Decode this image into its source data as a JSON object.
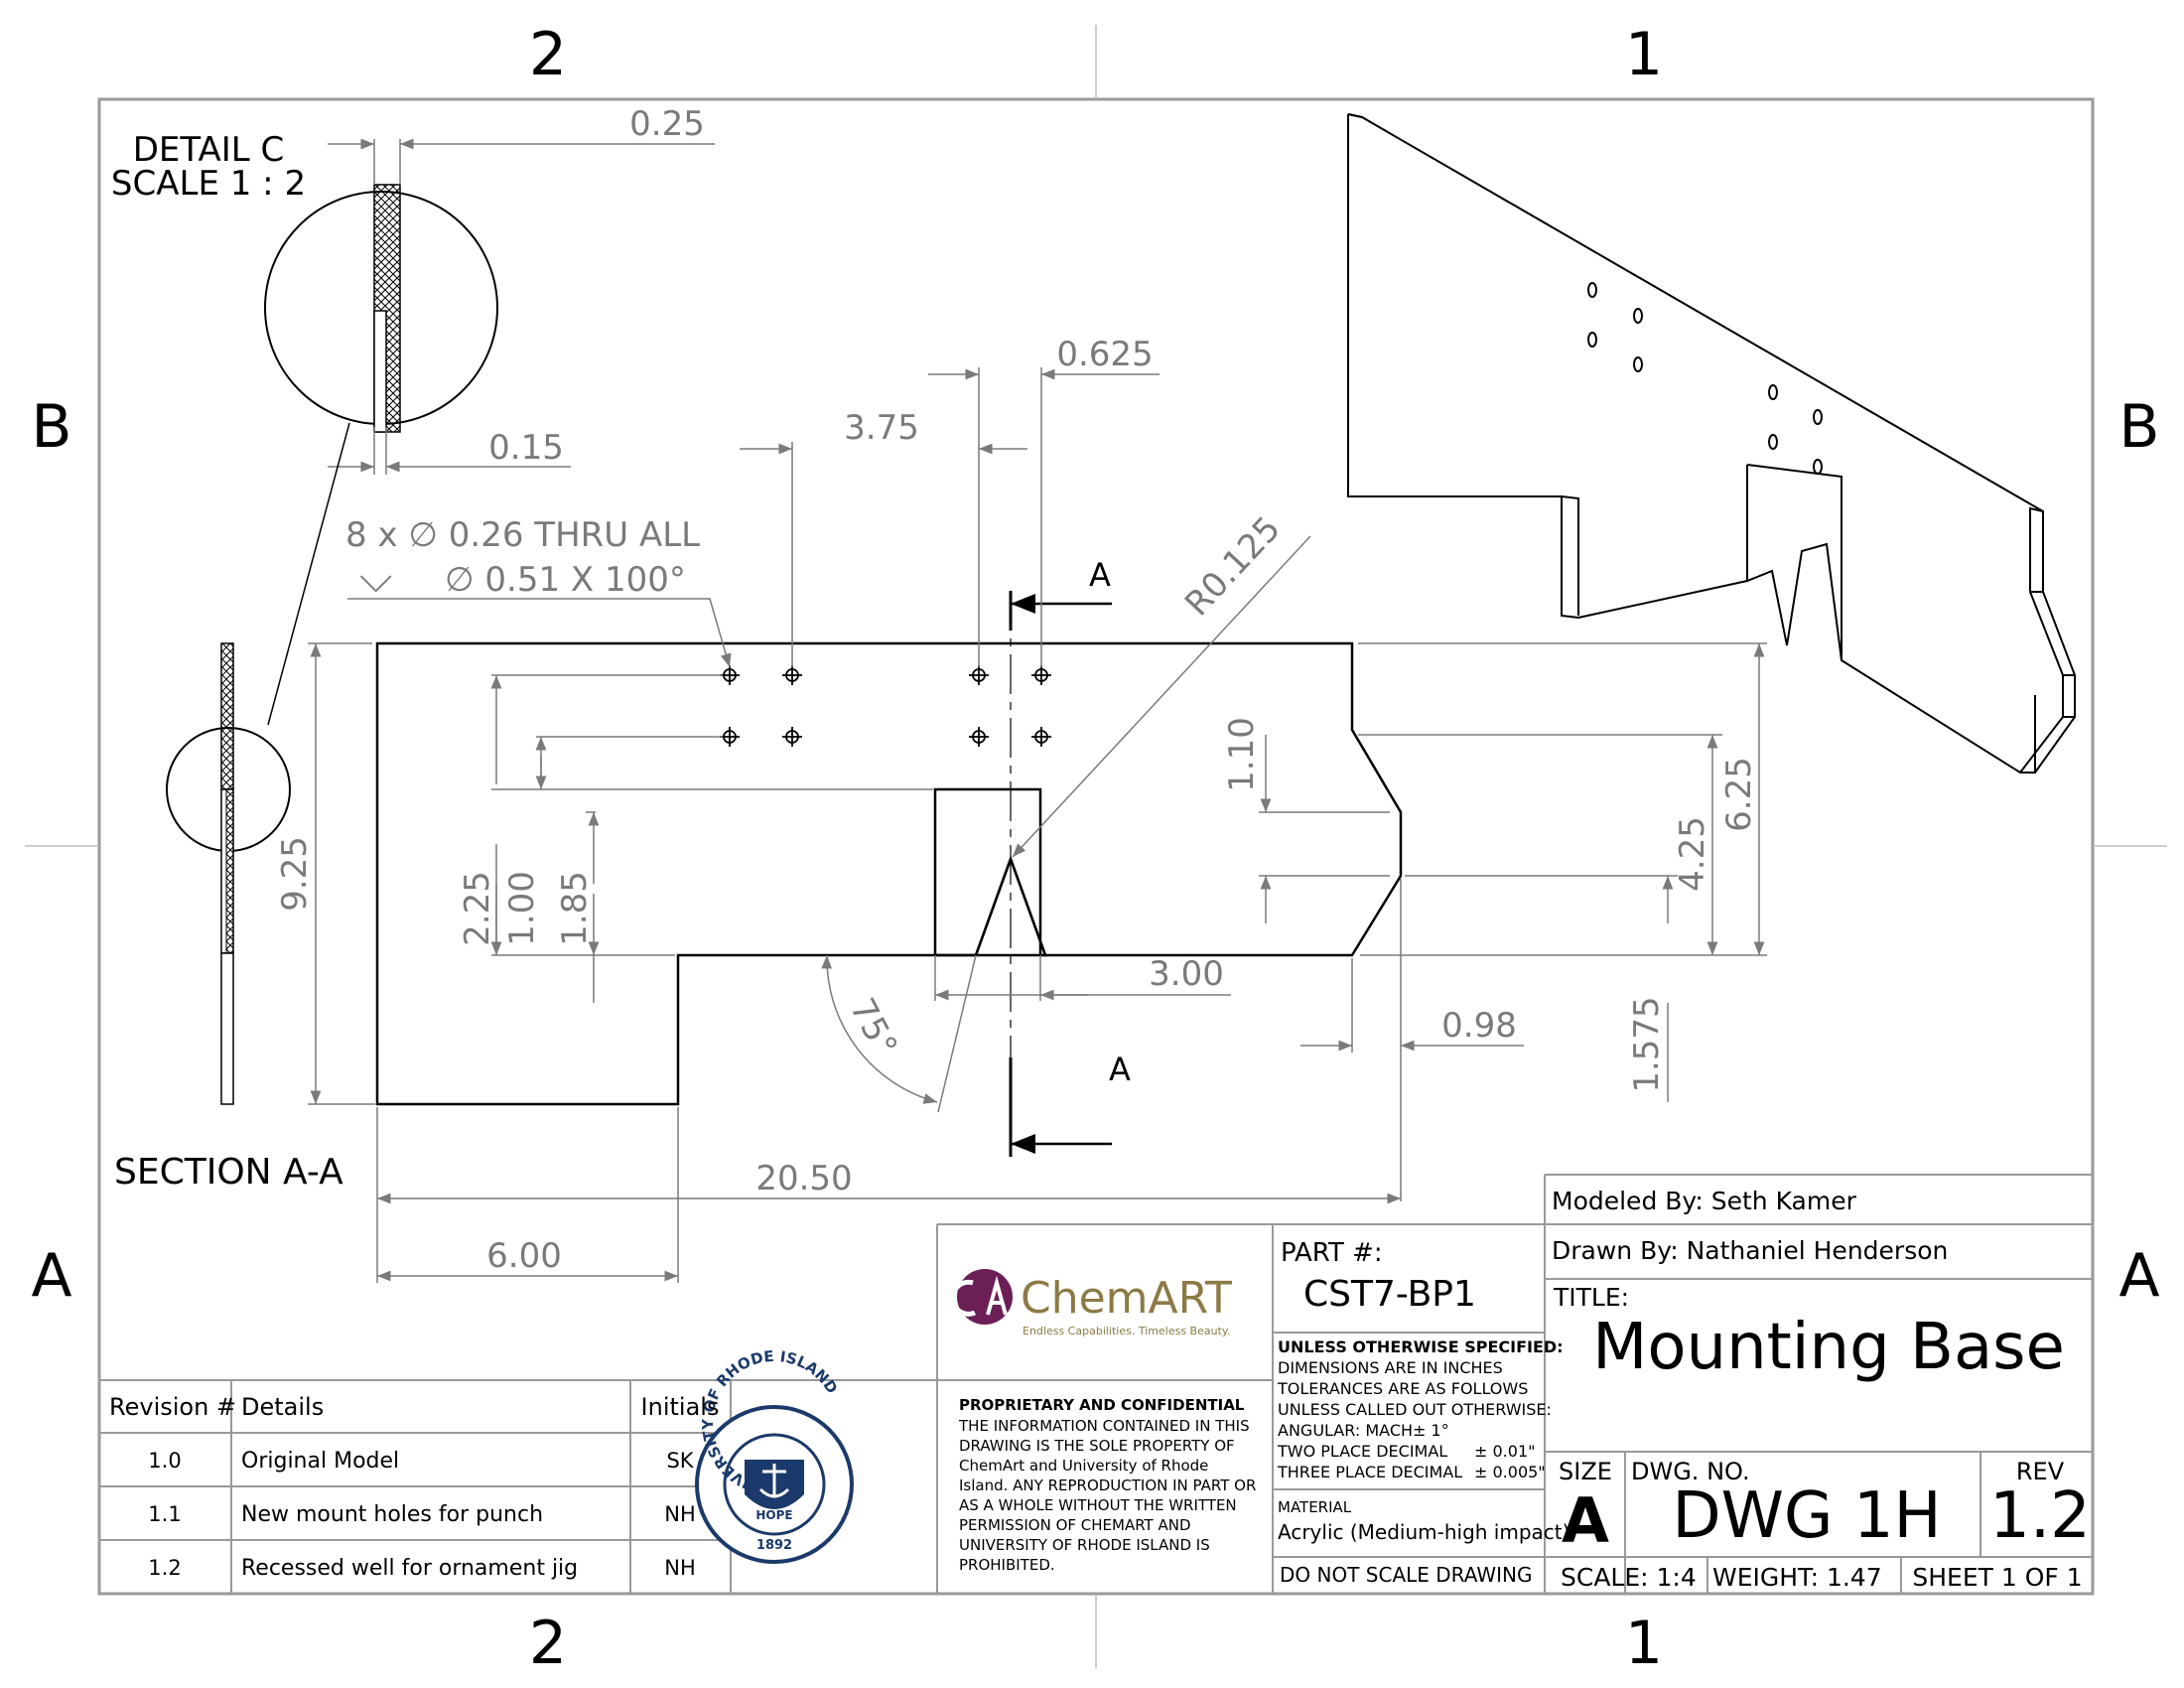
{
  "zones": {
    "top_cols": [
      "2",
      "1"
    ],
    "bottom_cols": [
      "2",
      "1"
    ],
    "left_rows": [
      "B",
      "A"
    ],
    "right_rows": [
      "B",
      "A"
    ]
  },
  "detail": {
    "title": "DETAIL C",
    "scale": "SCALE 1 : 2",
    "dim_top": "0.25",
    "dim_bottom": "0.15"
  },
  "section": {
    "label": "SECTION A-A",
    "arrow_label_top": "A",
    "arrow_label_bottom": "A"
  },
  "hole_callout": {
    "line1": "8 x ∅ 0.26 THRU ALL",
    "line2_symbol": "⌵",
    "line2": "∅ 0.51 X 100°"
  },
  "dims": {
    "d0625": "0.625",
    "d375": "3.75",
    "r0125": "R0.125",
    "d110": "1.10",
    "d625": "6.25",
    "d425": "4.25",
    "d925": "9.25",
    "d225": "2.25",
    "d100": "1.00",
    "d185": "1.85",
    "d300": "3.00",
    "d75": "75°",
    "d098": "0.98",
    "d1575": "1.575",
    "d2050": "20.50",
    "d600": "6.00"
  },
  "title_block": {
    "modeled_by": "Modeled By: Seth Kamer",
    "drawn_by": "Drawn By: Nathaniel Henderson",
    "part_label": "PART #:",
    "part_number": "CST7-BP1",
    "title_label": "TITLE:",
    "title": "Mounting Base",
    "unless": "UNLESS OTHERWISE SPECIFIED:",
    "tol_lines": [
      "DIMENSIONS ARE IN INCHES",
      "TOLERANCES ARE AS FOLLOWS",
      "UNLESS CALLED OUT OTHERWISE:",
      "ANGULAR: MACH± 1°"
    ],
    "two_place": "TWO PLACE DECIMAL",
    "two_place_val": "± 0.01\"",
    "three_place": "THREE PLACE DECIMAL",
    "three_place_val": "± 0.005\"",
    "material_label": "MATERIAL",
    "material": "Acrylic (Medium-high impact)",
    "do_not_scale": "DO NOT SCALE DRAWING",
    "size_label": "SIZE",
    "size": "A",
    "dwg_label": "DWG.  NO.",
    "dwg_no": "DWG 1H",
    "rev_label": "REV",
    "rev": "1.2",
    "scale": "SCALE: 1:4",
    "weight": "WEIGHT: 1.47",
    "sheet": "SHEET 1 OF 1",
    "proprietary_title": "PROPRIETARY AND CONFIDENTIAL",
    "proprietary_lines": [
      "THE INFORMATION CONTAINED IN THIS",
      "DRAWING IS THE SOLE PROPERTY OF",
      "ChemArt and University of Rhode",
      "Island. ANY REPRODUCTION IN PART OR",
      "AS A WHOLE WITHOUT THE WRITTEN",
      "PERMISSION OF CHEMART AND",
      "UNIVERSITY OF RHODE ISLAND IS",
      "PROHIBITED."
    ],
    "logo_text": "ChemART",
    "logo_tagline": "Endless Capabilities. Timeless Beauty."
  },
  "revisions": {
    "headers": [
      "Revision #",
      "Details",
      "Initials"
    ],
    "rows": [
      [
        "1.0",
        "Original Model",
        "SK"
      ],
      [
        "1.1",
        "New mount holes for punch",
        "NH"
      ],
      [
        "1.2",
        "Recessed well for ornament jig",
        "NH"
      ]
    ]
  },
  "seal": {
    "ring_text": "UNIVERSITY OF RHODE ISLAND",
    "banner": "HOPE",
    "year": "1892"
  },
  "colors": {
    "line": "#000000",
    "dimension": "#7a7a7a",
    "logo_purple": "#6b1f56",
    "logo_gold": "#8c7a45",
    "seal_blue": "#1b3a6b"
  }
}
